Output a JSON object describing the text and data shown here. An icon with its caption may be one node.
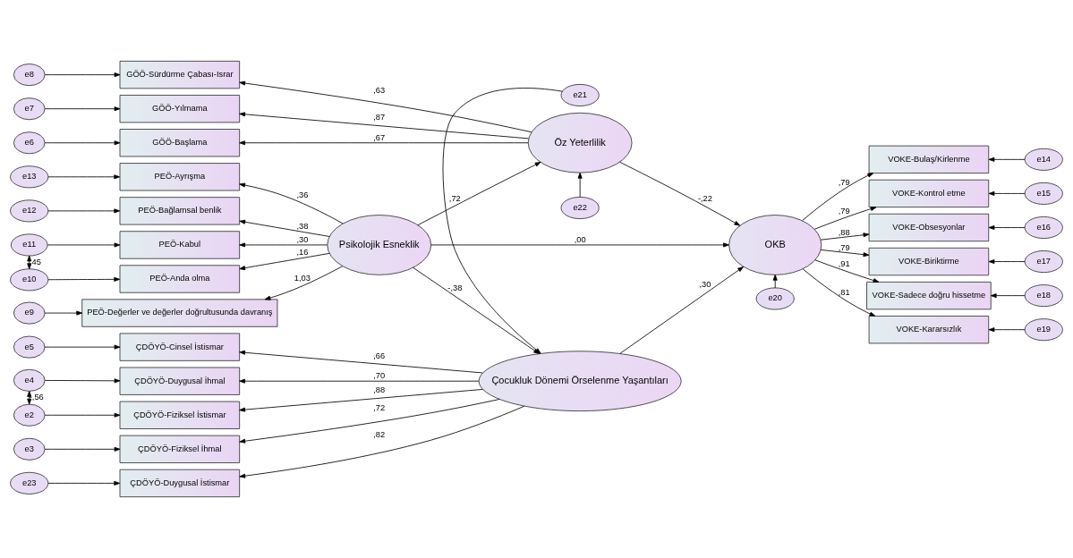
{
  "diagram": {
    "nodes": [
      {
        "text": [
          "e21"
        ]
      },
      {
        "text": [
          "e5"
        ]
      },
      {
        "text": [
          "ÇDÖYÖ-Cinsel İstismar"
        ]
      },
      {
        "text": [
          "e4"
        ]
      },
      {
        "text": [
          "ÇDÖYÖ-Duygusal İhmal"
        ]
      },
      {
        "text": [
          "e3"
        ]
      },
      {
        "text": [
          "ÇDÖYÖ-Fiziksel İhmal"
        ]
      },
      {
        "text": [
          "e2"
        ]
      },
      {
        "text": [
          "ÇDÖYÖ-Fiziksel İstismar"
        ]
      },
      {
        "text": [
          "e23"
        ]
      },
      {
        "text": [
          "ÇDÖYÖ-Duygusal İstismar"
        ]
      },
      {
        "text": [
          "Çocukluk Dönemi Örselenme Yaşantıları"
        ]
      },
      {
        "text": [
          "e13"
        ]
      },
      {
        "text": [
          "PEÖ-Ayrışma"
        ]
      },
      {
        "text": [
          "e12"
        ]
      },
      {
        "text": [
          "PEÖ-Bağlamsal benlik"
        ]
      },
      {
        "text": [
          "e11"
        ]
      },
      {
        "text": [
          "PEÖ-Kabul"
        ]
      },
      {
        "text": [
          "e10"
        ]
      },
      {
        "text": [
          "PEÖ-Anda olma"
        ]
      },
      {
        "text": [
          "e9"
        ]
      },
      {
        "text": [
          "PEÖ-Değerler ve değerler doğrultusunda davranış"
        ]
      },
      {
        "text": [
          "Psikolojik Esneklik"
        ]
      },
      {
        "text": [
          "OKB"
        ]
      },
      {
        "text": [
          "VOKE-Bulaş/Kirlenme"
        ]
      },
      {
        "text": [
          "e14"
        ]
      },
      {
        "text": [
          "VOKE-Kontrol etme"
        ]
      },
      {
        "text": [
          "e15"
        ]
      },
      {
        "text": [
          "VOKE-Obsesyonlar"
        ]
      },
      {
        "text": [
          "e16"
        ]
      },
      {
        "text": [
          "VOKE-Biriktirme"
        ]
      },
      {
        "text": [
          "e17"
        ]
      },
      {
        "text": [
          "VOKE-Sadece doğru hissetme"
        ]
      },
      {
        "text": [
          "e18"
        ]
      },
      {
        "text": [
          "VOKE-Kararsızlık"
        ]
      },
      {
        "text": [
          "e19"
        ]
      },
      {
        "text": [
          "e20"
        ]
      },
      {
        "text": [
          "e8"
        ]
      },
      {
        "text": [
          "GÖÖ-Sürdürme Çabası-Israr"
        ]
      },
      {
        "text": [
          "e7"
        ]
      },
      {
        "text": [
          "GÖÖ-Yılmama"
        ]
      },
      {
        "text": [
          "e6"
        ]
      },
      {
        "text": [
          "GÖÖ-Başlama"
        ]
      },
      {
        "text": [
          "Öz Yeterlilik"
        ]
      },
      {
        "text": [
          "e22"
        ]
      }
    ],
    "edges": [
      {
        "from": 0,
        "to": 11,
        "arrow": "to"
      },
      {
        "from": 1,
        "to": 2,
        "arrow": "to"
      },
      {
        "from": 3,
        "to": 4,
        "arrow": "to"
      },
      {
        "from": 5,
        "to": 6,
        "arrow": "to"
      },
      {
        "from": 7,
        "to": 8,
        "arrow": "to"
      },
      {
        "from": 9,
        "to": 10,
        "arrow": "to"
      },
      {
        "from": 3,
        "to": 7,
        "arrow": "both",
        "label": "-,56"
      },
      {
        "from": 11,
        "to": 2,
        "arrow": "to",
        "label": ",66"
      },
      {
        "from": 11,
        "to": 4,
        "arrow": "to",
        "label": ",70"
      },
      {
        "from": 11,
        "to": 6,
        "arrow": "to",
        "label": ",72"
      },
      {
        "from": 11,
        "to": 8,
        "arrow": "to",
        "label": ",88"
      },
      {
        "from": 11,
        "to": 10,
        "arrow": "to",
        "label": ",82"
      },
      {
        "from": 12,
        "to": 13,
        "arrow": "to"
      },
      {
        "from": 14,
        "to": 15,
        "arrow": "to"
      },
      {
        "from": 16,
        "to": 17,
        "arrow": "to"
      },
      {
        "from": 18,
        "to": 19,
        "arrow": "to"
      },
      {
        "from": 20,
        "to": 21,
        "arrow": "to"
      },
      {
        "from": 16,
        "to": 18,
        "arrow": "both",
        "label": ",45"
      },
      {
        "from": 22,
        "to": 13,
        "arrow": "to",
        "label": ",36"
      },
      {
        "from": 22,
        "to": 15,
        "arrow": "to",
        "label": ",38"
      },
      {
        "from": 22,
        "to": 17,
        "arrow": "to",
        "label": ",30"
      },
      {
        "from": 22,
        "to": 19,
        "arrow": "to",
        "label": ",16"
      },
      {
        "from": 22,
        "to": 21,
        "arrow": "to",
        "label": "1,03"
      },
      {
        "from": 22,
        "to": 11,
        "arrow": "to",
        "label": "-,38"
      },
      {
        "from": 11,
        "to": 23,
        "arrow": "to",
        "label": ",30"
      },
      {
        "from": 22,
        "to": 23,
        "arrow": "to",
        "label": ",00"
      },
      {
        "from": 22,
        "to": 43,
        "arrow": "to",
        "label": ",72"
      },
      {
        "from": 43,
        "to": 23,
        "arrow": "to",
        "label": "-,22"
      },
      {
        "from": 23,
        "to": 24,
        "arrow": "to",
        "label": ",79"
      },
      {
        "from": 23,
        "to": 26,
        "arrow": "to",
        "label": ",79"
      },
      {
        "from": 23,
        "to": 28,
        "arrow": "to",
        "label": ",88"
      },
      {
        "from": 23,
        "to": 30,
        "arrow": "to",
        "label": ",79"
      },
      {
        "from": 23,
        "to": 32,
        "arrow": "to",
        "label": ",91"
      },
      {
        "from": 23,
        "to": 34,
        "arrow": "to",
        "label": ",81"
      },
      {
        "from": 25,
        "to": 24,
        "arrow": "to"
      },
      {
        "from": 27,
        "to": 26,
        "arrow": "to"
      },
      {
        "from": 29,
        "to": 28,
        "arrow": "to"
      },
      {
        "from": 31,
        "to": 30,
        "arrow": "to"
      },
      {
        "from": 33,
        "to": 32,
        "arrow": "to"
      },
      {
        "from": 35,
        "to": 34,
        "arrow": "to"
      },
      {
        "from": 36,
        "to": 23,
        "arrow": "to"
      },
      {
        "from": 37,
        "to": 38,
        "arrow": "to"
      },
      {
        "from": 39,
        "to": 40,
        "arrow": "to"
      },
      {
        "from": 41,
        "to": 42,
        "arrow": "to"
      },
      {
        "from": 43,
        "to": 38,
        "arrow": "to",
        "label": ",63"
      },
      {
        "from": 43,
        "to": 40,
        "arrow": "to",
        "label": ",87"
      },
      {
        "from": 43,
        "to": 42,
        "arrow": "to",
        "label": ",67"
      },
      {
        "from": 44,
        "to": 43,
        "arrow": "to"
      }
    ]
  }
}
